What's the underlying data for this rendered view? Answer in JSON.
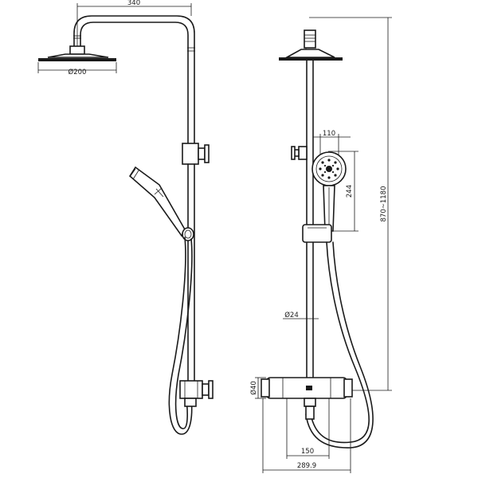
{
  "drawing": {
    "front_view": {
      "width_label": "340",
      "head_diameter_label": "Ø200"
    },
    "side_view": {
      "handshower_width_label": "110",
      "handshower_height_label": "244",
      "height_range_label": "870~1180",
      "bar_diameter_label": "Ø24",
      "valve_diameter_label": "Ø40",
      "inlet_spacing_label": "150",
      "depth_label": "289.9"
    }
  }
}
